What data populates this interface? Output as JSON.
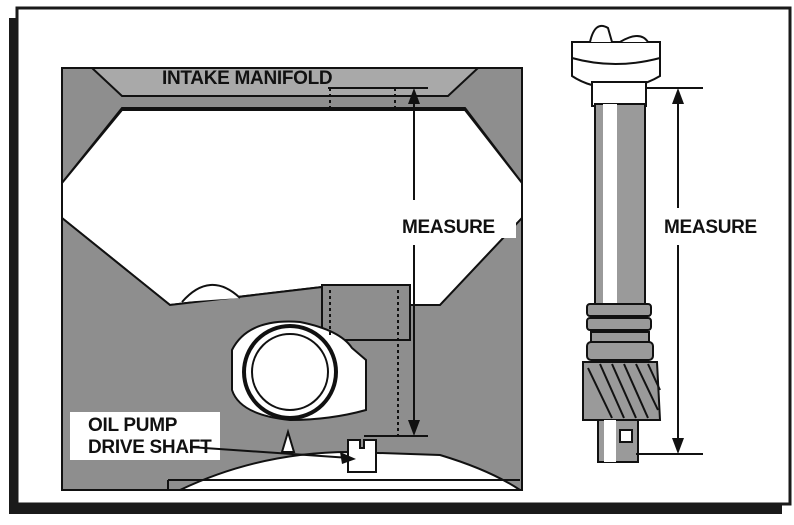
{
  "labels": {
    "intake_manifold": "INTAKE MANIFOLD",
    "measure_left": "MEASURE",
    "measure_right": "MEASURE",
    "oil_pump_line1": "OIL PUMP",
    "oil_pump_line2": "DRIVE SHAFT"
  },
  "colors": {
    "block_gray": "#8e8e8e",
    "manifold_gray": "#a9a9a9",
    "shaft_gray": "#9a9a9a",
    "line": "#111111",
    "border_shadow": "#1a1a1a"
  }
}
